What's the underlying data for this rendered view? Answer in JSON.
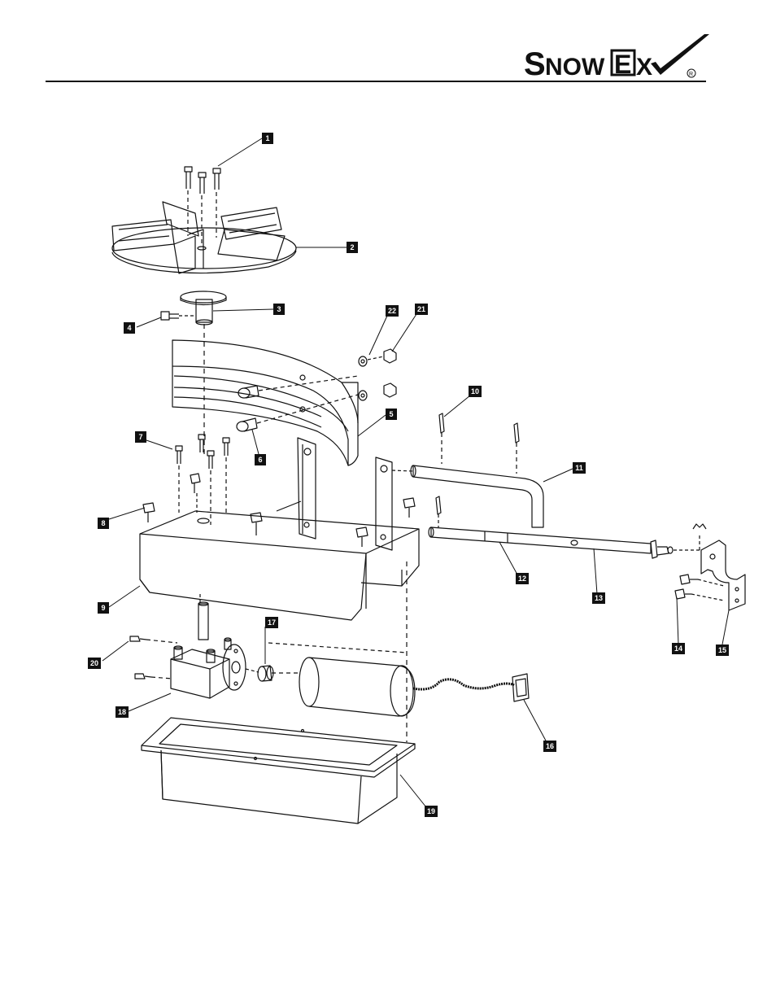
{
  "brand": {
    "logo_text": "SNOWEX",
    "registered_mark": "®"
  },
  "callouts": [
    {
      "id": "c1",
      "label": "1"
    },
    {
      "id": "c2",
      "label": "2"
    },
    {
      "id": "c3",
      "label": "3"
    },
    {
      "id": "c4",
      "label": "4"
    },
    {
      "id": "c5",
      "label": "5"
    },
    {
      "id": "c6",
      "label": "6"
    },
    {
      "id": "c7",
      "label": "7"
    },
    {
      "id": "c8",
      "label": "8"
    },
    {
      "id": "c9",
      "label": "9"
    },
    {
      "id": "c10",
      "label": "10"
    },
    {
      "id": "c11",
      "label": "11"
    },
    {
      "id": "c12",
      "label": "12"
    },
    {
      "id": "c13",
      "label": "13"
    },
    {
      "id": "c14",
      "label": "14"
    },
    {
      "id": "c15",
      "label": "15"
    },
    {
      "id": "c16",
      "label": "16"
    },
    {
      "id": "c17",
      "label": "17"
    },
    {
      "id": "c18",
      "label": "18"
    },
    {
      "id": "c19",
      "label": "19"
    },
    {
      "id": "c20",
      "label": "20"
    },
    {
      "id": "c21",
      "label": "21"
    },
    {
      "id": "c22",
      "label": "22"
    }
  ]
}
